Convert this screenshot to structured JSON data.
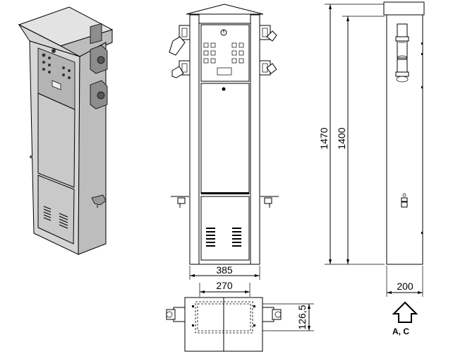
{
  "dimensions": {
    "height_total": "1470",
    "height_body": "1400",
    "width_outer": "385",
    "width_inner": "270",
    "depth": "126,5",
    "side_width": "200"
  },
  "view_arrow_label": "A, C",
  "colors": {
    "line": "#000000",
    "iso_face": "#d6d6d6",
    "iso_side": "#bdbdbd"
  }
}
